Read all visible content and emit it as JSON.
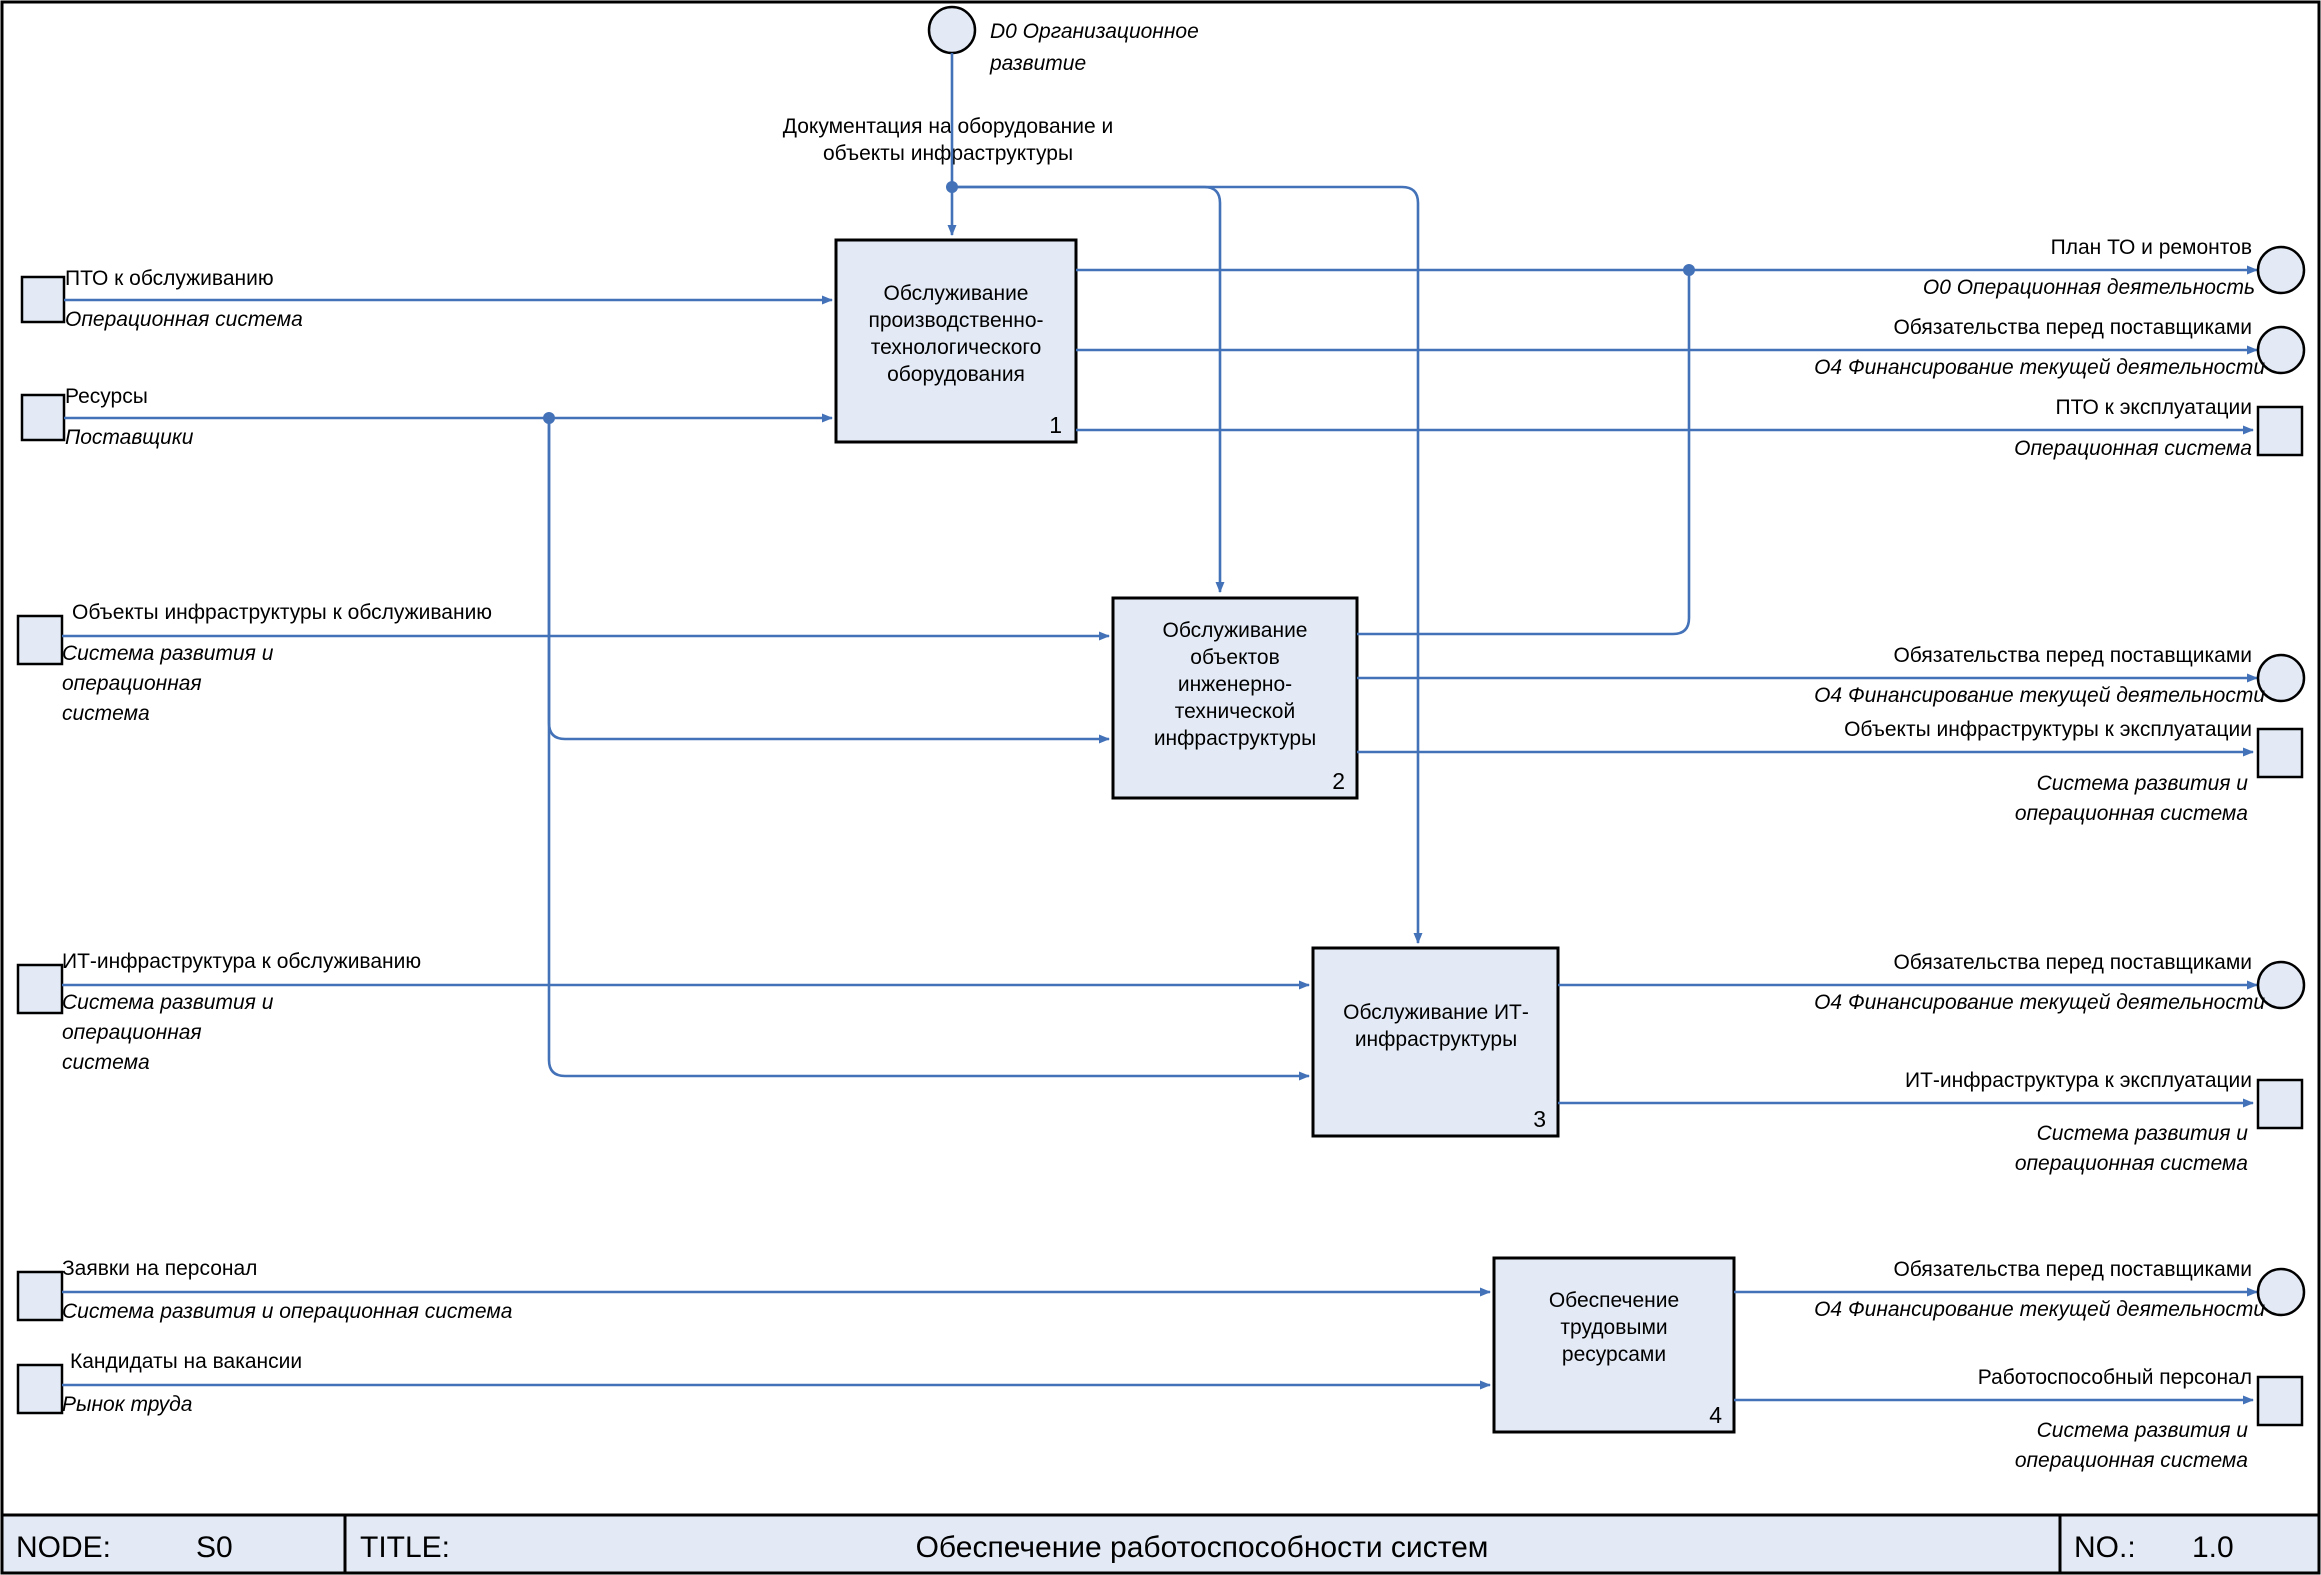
{
  "diagram": {
    "type": "IDEF0",
    "colors": {
      "box_fill": "#e3eaf5",
      "box_stroke": "#000000",
      "arrow": "#4472b8",
      "footer_fill": "#e3eaf5",
      "page_bg": "#ffffff"
    },
    "border_visible": true
  },
  "activities": [
    {
      "number": "1",
      "title_lines": [
        "Обслуживание",
        "производственно-",
        "технологического",
        "оборудования"
      ]
    },
    {
      "number": "2",
      "title_lines": [
        "Обслуживание",
        "объектов",
        "инженерно-",
        "технической",
        "инфраструктуры"
      ]
    },
    {
      "number": "3",
      "title_lines": [
        "Обслуживание ИТ-",
        "инфраструктуры"
      ]
    },
    {
      "number": "4",
      "title_lines": [
        "Обеспечение",
        "трудовыми",
        "ресурсами"
      ]
    }
  ],
  "control_source": {
    "tunnel_label": "D0 Организационное развитие",
    "tunnel_label_lines": [
      "D0 Организационное",
      "развитие"
    ],
    "flow_lines": [
      "Документация на оборудование и",
      "объекты инфраструктуры"
    ]
  },
  "inputs": [
    {
      "name": "ПТО к обслуживанию",
      "source_lines": [
        "Операционная система"
      ]
    },
    {
      "name": "Ресурсы",
      "source_lines": [
        "Поставщики"
      ]
    },
    {
      "name": "Объекты инфраструктуры к обслуживанию",
      "source_lines": [
        "Система развития и",
        "операционная",
        "система"
      ]
    },
    {
      "name": "ИТ-инфраструктура к обслуживанию",
      "source_lines": [
        "Система развития и",
        "операционная",
        "система"
      ]
    },
    {
      "name": "Заявки на персонал",
      "source_lines": [
        "Система развития и операционная система"
      ]
    },
    {
      "name": "Кандидаты на вакансии",
      "source_lines": [
        "Рынок труда"
      ]
    }
  ],
  "outputs": [
    {
      "name": "План ТО и ремонтов",
      "target_lines": [
        "O0 Операционная деятельность"
      ],
      "terminal": "circle"
    },
    {
      "name": "Обязательства перед поставщиками",
      "target_lines": [
        "O4 Финансирование текущей деятельности"
      ],
      "terminal": "circle"
    },
    {
      "name": "ПТО к эксплуатации",
      "target_lines": [
        "Операционная система"
      ],
      "terminal": "square"
    },
    {
      "name": "Обязательства перед поставщиками",
      "target_lines": [
        "O4 Финансирование текущей деятельности"
      ],
      "terminal": "circle"
    },
    {
      "name": "Объекты инфраструктуры к эксплуатации",
      "target_lines": [
        "Система развития и",
        "операционная система"
      ],
      "terminal": "square"
    },
    {
      "name": "Обязательства перед поставщиками",
      "target_lines": [
        "O4 Финансирование текущей деятельности"
      ],
      "terminal": "circle"
    },
    {
      "name": "ИТ-инфраструктура к эксплуатации",
      "target_lines": [
        "Система развития и",
        "операционная система"
      ],
      "terminal": "square"
    },
    {
      "name": "Обязательства перед поставщиками",
      "target_lines": [
        "O4 Финансирование текущей деятельности"
      ],
      "terminal": "circle"
    },
    {
      "name": "Работоспособный персонал",
      "target_lines": [
        "Система развития и",
        "операционная система"
      ],
      "terminal": "square"
    }
  ],
  "footer": {
    "node_label": "NODE:",
    "node_value": "S0",
    "title_label": "TITLE:",
    "title_value": "Обеспечение работоспособности систем",
    "no_label": "NO.:",
    "no_value": "1.0"
  }
}
